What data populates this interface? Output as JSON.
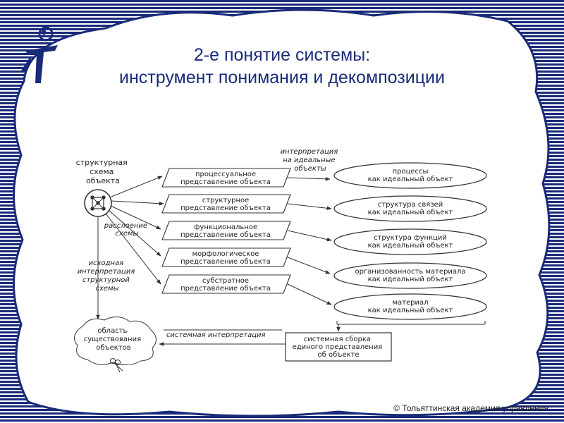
{
  "title": {
    "line1": "2-е понятие системы:",
    "line2": "инструмент понимания и декомпозиции"
  },
  "copyright": "© Тольяттинская академия управления",
  "colors": {
    "background_stripes": "#1a2a7a",
    "title": "#1a2a7a",
    "cloud": "#ffffff"
  },
  "icons": [
    "logo-figure-icon",
    "structure-scheme-icon",
    "scissors-icon"
  ],
  "diagram": {
    "structural_scheme": [
      "структурная",
      "схема",
      "объекта"
    ],
    "existence_area": [
      "область",
      "существования",
      "объектов"
    ],
    "notes": {
      "ideal_interpretation": [
        "интерпретация",
        "на идеальные",
        "объекты"
      ],
      "stratification": [
        "расслоение",
        "схемы"
      ],
      "initial_interpretation": [
        "исходная",
        "интерпретация",
        "структурной",
        "схемы"
      ],
      "system_interpretation": "системная интерпретация"
    },
    "representations": [
      [
        "процессуальное",
        "представление объекта"
      ],
      [
        "структурное",
        "представление объекта"
      ],
      [
        "функциональное",
        "представление объекта"
      ],
      [
        "морфологическое",
        "представление объекта"
      ],
      [
        "субстратное",
        "представление объекта"
      ]
    ],
    "ideal_objects": [
      [
        "процессы",
        "как идеальный объект"
      ],
      [
        "структура связей",
        "как идеальный объект"
      ],
      [
        "структура функций",
        "как идеальный объект"
      ],
      [
        "организованность материала",
        "как идеальный объект"
      ],
      [
        "материал",
        "как идеальный объект"
      ]
    ],
    "system_assembly": [
      "системная сборка",
      "единого представления",
      "об объекте"
    ]
  }
}
